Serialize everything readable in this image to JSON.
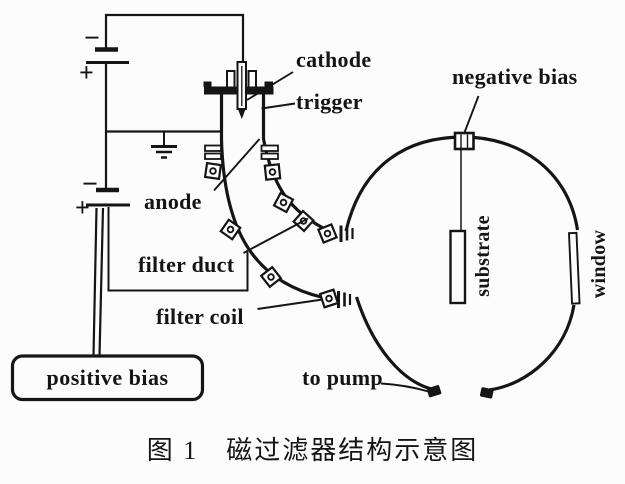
{
  "figure": {
    "labels": {
      "cathode": "cathode",
      "trigger": "trigger",
      "anode": "anode",
      "filter_duct": "filter duct",
      "filter_coil": "filter coil",
      "positive_bias": "positive bias",
      "negative_bias": "negative bias",
      "substrate": "substrate",
      "window": "window",
      "to_pump": "to pump"
    },
    "symbols": {
      "battery1_minus": "−",
      "battery1_plus": "+",
      "battery2_minus": "−",
      "battery2_plus": "+"
    },
    "caption": "图 1　磁过滤器结构示意图",
    "colors": {
      "ink": "#151515",
      "paper": "#fcfcfc"
    }
  }
}
